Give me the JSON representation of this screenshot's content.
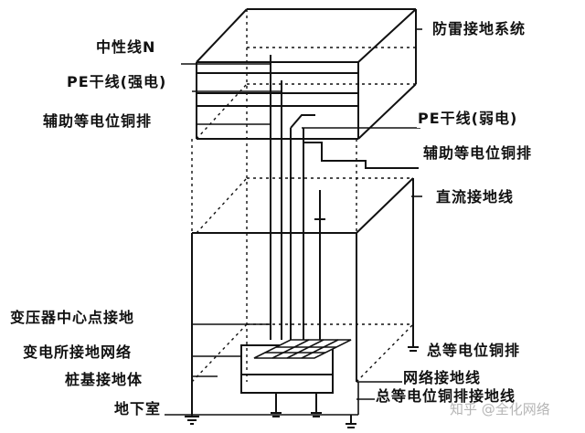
{
  "labels": {
    "lightning_system": "防雷接地系统",
    "neutral_line": "中性线N",
    "pe_strong": "PE干线(强电)",
    "aux_busbar_left": "辅助等电位铜排",
    "pe_weak": "PE干线(弱电)",
    "aux_busbar_right": "辅助等电位铜排",
    "dc_ground": "直流接地线",
    "transformer_neutral": "变压器中心点接地",
    "substation_grid": "变电所接地网络",
    "main_busbar_upper": "总等电位铜排",
    "pile_ground": "桩基接地体",
    "network_ground": "网络接地线",
    "basement": "地下室",
    "main_busbar_lower": "总等电位铜排接地线"
  },
  "watermark": "知乎 @全化网络",
  "colors": {
    "line": "#111111",
    "text": "#111111",
    "background": "#ffffff"
  }
}
